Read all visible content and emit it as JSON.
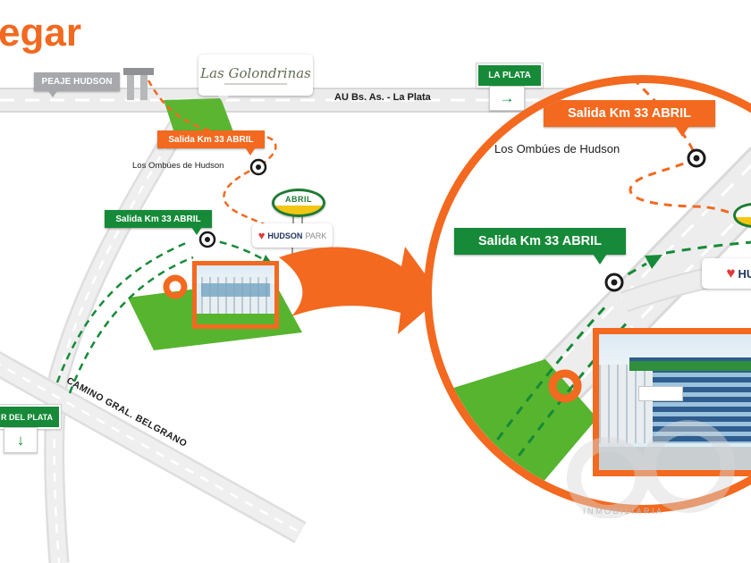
{
  "header": {
    "title": "egar",
    "accent_color": "#F2691F"
  },
  "icons": {
    "heart": "♥",
    "arrow_right": "→",
    "arrow_down": "↓"
  },
  "colors": {
    "orange": "#F2691F",
    "sign_green": "#168A38",
    "field_green": "#56B42F",
    "road_gray": "#ececec",
    "toll_gray": "#a6a8ab"
  },
  "main_map": {
    "peaje": "PEAJE HUDSON",
    "golondrinas": "Las Golondrinas",
    "highway": "AU Bs. As. - La Plata",
    "la_plata": "LA PLATA",
    "salida_orange": "Salida Km 33 ABRIL",
    "ombues": "Los Ombúes de Hudson",
    "abril": "ABRIL",
    "salida_green": "Salida Km 33 ABRIL",
    "hudson_bold": "HUDSON",
    "hudson_light": "PARK",
    "camino": "CAMINO GRAL. BELGRANO",
    "mar_del_plata": "R DEL PLATA"
  },
  "inset": {
    "salida_orange": "Salida Km 33 ABRIL",
    "ombues": "Los Ombúes de Hudson",
    "salida_green": "Salida Km 33 ABRIL",
    "hudson_bold": "HUD"
  },
  "watermark": {
    "caption": "INMOBILIARIA"
  }
}
